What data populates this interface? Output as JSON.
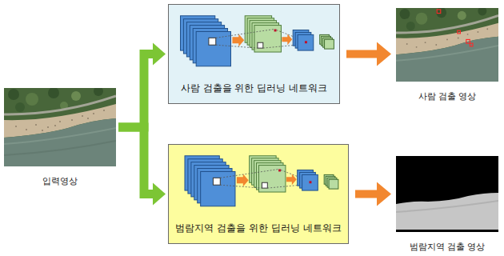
{
  "diagram": {
    "nodes": [
      {
        "text": [
          "입력영상"
        ]
      },
      {
        "text": [
          "사람 검출을 위한 딥러닝 네트워크"
        ]
      },
      {
        "text": [
          "사람 검출 영상"
        ]
      },
      {
        "text": [
          "범람지역 검출을 위한 딥러닝 네트워크"
        ]
      },
      {
        "text": [
          "범람지역 검출 영상"
        ]
      }
    ],
    "edges": [
      {
        "from": 0,
        "to": 1,
        "arrow": "to"
      },
      {
        "from": 0,
        "to": 3,
        "arrow": "to"
      },
      {
        "from": 1,
        "to": 2,
        "arrow": "to"
      },
      {
        "from": 3,
        "to": 4,
        "arrow": "to"
      }
    ]
  }
}
